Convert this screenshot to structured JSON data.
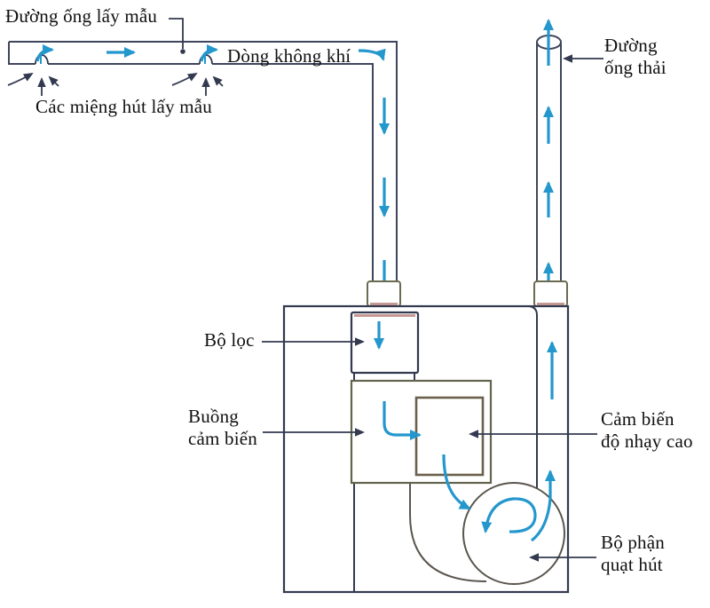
{
  "diagram": {
    "labels": {
      "sampling_pipe": "Đường ống lấy mẫu",
      "suction_ports": "Các miệng hút lấy mẫu",
      "air_flow": "Dòng không khí",
      "exhaust_pipe": "Đường\nống thải",
      "filter": "Bộ lọc",
      "sensor_chamber": "Buồng\ncảm biến",
      "high_sensitivity_sensor": "Cảm biến\nđộ nhạy cao",
      "fan_unit": "Bộ phận\nquạt hút"
    },
    "colors": {
      "background": "#ffffff",
      "arrow_blue": "#2497cd",
      "line_dark": "#333a4f",
      "pipe_outline": "#3f455c",
      "collar_olive": "#6b6b52",
      "chamber_olive": "#63634e",
      "sensor_brown": "#6b604b",
      "fan_outline": "#5a564e",
      "gasket_pink": "#c69a94"
    }
  }
}
